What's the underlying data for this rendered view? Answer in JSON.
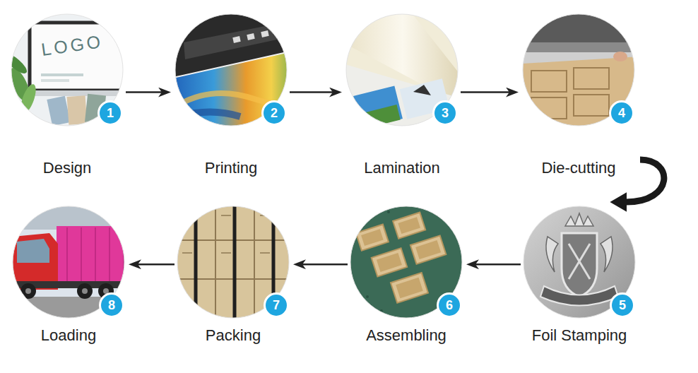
{
  "diagram": {
    "nodes": [
      {
        "text": [
          "Design"
        ]
      },
      {
        "text": [
          "1"
        ],
        "in": 0
      },
      {
        "text": [
          "Printing"
        ]
      },
      {
        "text": [
          "2"
        ],
        "in": 2
      },
      {
        "text": [
          "Lamination"
        ]
      },
      {
        "text": [
          "3"
        ],
        "in": 4
      },
      {
        "text": [
          "Die-cutting"
        ]
      },
      {
        "text": [
          "4"
        ],
        "in": 6
      },
      {
        "text": [
          "Foil Stamping"
        ]
      },
      {
        "text": [
          "5"
        ],
        "in": 8
      },
      {
        "text": [
          "Assembling"
        ]
      },
      {
        "text": [
          "6"
        ],
        "in": 10
      },
      {
        "text": [
          "Packing"
        ]
      },
      {
        "text": [
          "7"
        ],
        "in": 12
      },
      {
        "text": [
          "Loading"
        ]
      },
      {
        "text": [
          "8"
        ],
        "in": 14
      }
    ],
    "edges": [
      {
        "from": 0,
        "to": 2,
        "arrow": "to"
      },
      {
        "from": 2,
        "to": 4,
        "arrow": "to"
      },
      {
        "from": 4,
        "to": 6,
        "arrow": "to"
      },
      {
        "from": 6,
        "to": 8,
        "arrow": "to"
      },
      {
        "from": 8,
        "to": 10,
        "arrow": "to"
      },
      {
        "from": 10,
        "to": 12,
        "arrow": "to"
      },
      {
        "from": 12,
        "to": 14,
        "arrow": "to"
      }
    ],
    "labels": [
      "LOGO"
    ]
  }
}
